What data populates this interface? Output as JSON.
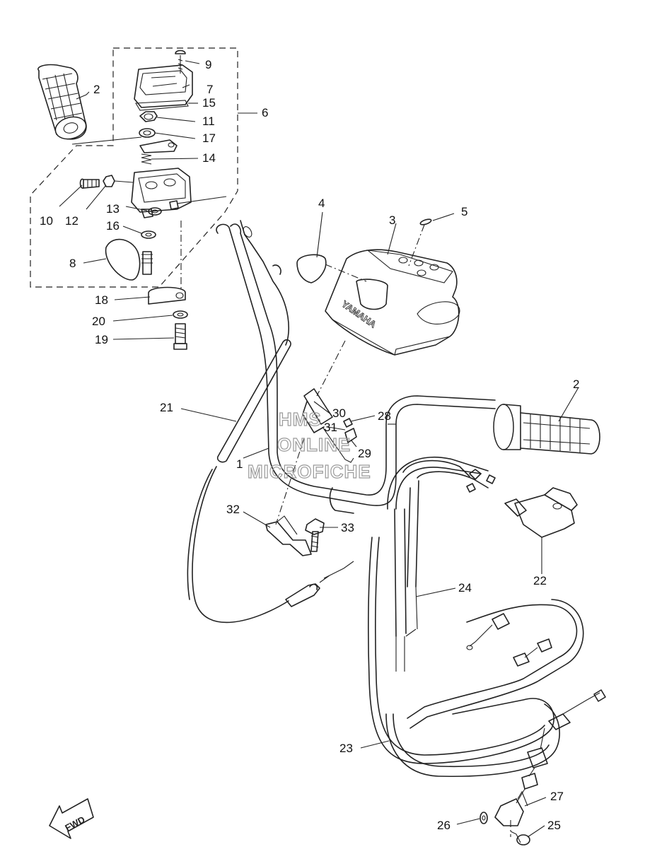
{
  "diagram": {
    "watermark": [
      "HMS",
      "ONLINE",
      "MICROFICHE"
    ],
    "emblem_text": "YAMAHA",
    "direction_tag": "FWD",
    "callouts": [
      {
        "id": "c9",
        "text": "9"
      },
      {
        "id": "c7",
        "text": "7"
      },
      {
        "id": "c15",
        "text": "15"
      },
      {
        "id": "c6",
        "text": "6"
      },
      {
        "id": "c11",
        "text": "11"
      },
      {
        "id": "c17",
        "text": "17"
      },
      {
        "id": "c14",
        "text": "14"
      },
      {
        "id": "c2a",
        "text": "2"
      },
      {
        "id": "c10",
        "text": "10"
      },
      {
        "id": "c12",
        "text": "12"
      },
      {
        "id": "c13",
        "text": "13"
      },
      {
        "id": "c16",
        "text": "16"
      },
      {
        "id": "c8",
        "text": "8"
      },
      {
        "id": "c18",
        "text": "18"
      },
      {
        "id": "c20",
        "text": "20"
      },
      {
        "id": "c19",
        "text": "19"
      },
      {
        "id": "c4",
        "text": "4"
      },
      {
        "id": "c3",
        "text": "3"
      },
      {
        "id": "c5",
        "text": "5"
      },
      {
        "id": "c2b",
        "text": "2"
      },
      {
        "id": "c21",
        "text": "21"
      },
      {
        "id": "c1",
        "text": "1"
      },
      {
        "id": "c30",
        "text": "30"
      },
      {
        "id": "c28",
        "text": "28"
      },
      {
        "id": "c31",
        "text": "31"
      },
      {
        "id": "c29",
        "text": "29"
      },
      {
        "id": "c32",
        "text": "32"
      },
      {
        "id": "c33",
        "text": "33"
      },
      {
        "id": "c22",
        "text": "22"
      },
      {
        "id": "c24",
        "text": "24"
      },
      {
        "id": "c23",
        "text": "23"
      },
      {
        "id": "c27",
        "text": "27"
      },
      {
        "id": "c26",
        "text": "26"
      },
      {
        "id": "c25",
        "text": "25"
      }
    ]
  }
}
